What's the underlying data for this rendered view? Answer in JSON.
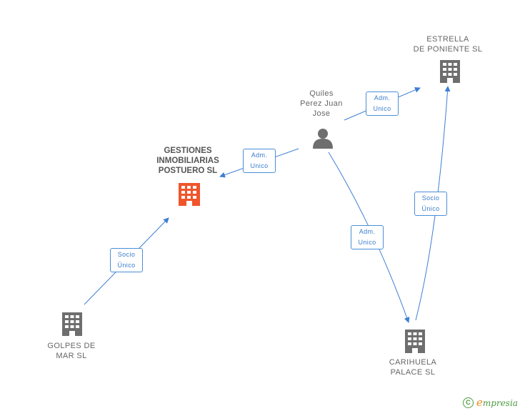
{
  "colors": {
    "arrow": "#3d7fd4",
    "building_main": "#f0552c",
    "building": "#6e6e6e",
    "person": "#6e6e6e",
    "brand_green": "#4b9b3f",
    "brand_orange": "#f08a24"
  },
  "nodes": {
    "gestiones": {
      "label": "GESTIONES\nINMOBILIARIAS\nPOSTUERO SL",
      "icon": "building-icon"
    },
    "estrella": {
      "label": "ESTRELLA\nDE PONIENTE SL",
      "icon": "building-icon"
    },
    "quiles": {
      "label": "Quiles\nPerez Juan\nJose",
      "icon": "person-icon"
    },
    "golpes": {
      "label": "GOLPES DE\nMAR  SL",
      "icon": "building-icon"
    },
    "carihuela": {
      "label": "CARIHUELA\nPALACE SL",
      "icon": "building-icon"
    }
  },
  "edges": {
    "quiles_estrella": "Adm.\nUnico",
    "quiles_gestiones": "Adm.\nUnico",
    "quiles_carihuela": "Adm.\nUnico",
    "golpes_gestiones": "Socio\nÚnico",
    "carihuela_estrella": "Socio\nÚnico"
  },
  "footer": {
    "copyright_symbol": "C",
    "brand_first": "e",
    "brand_rest": "mpresia"
  }
}
